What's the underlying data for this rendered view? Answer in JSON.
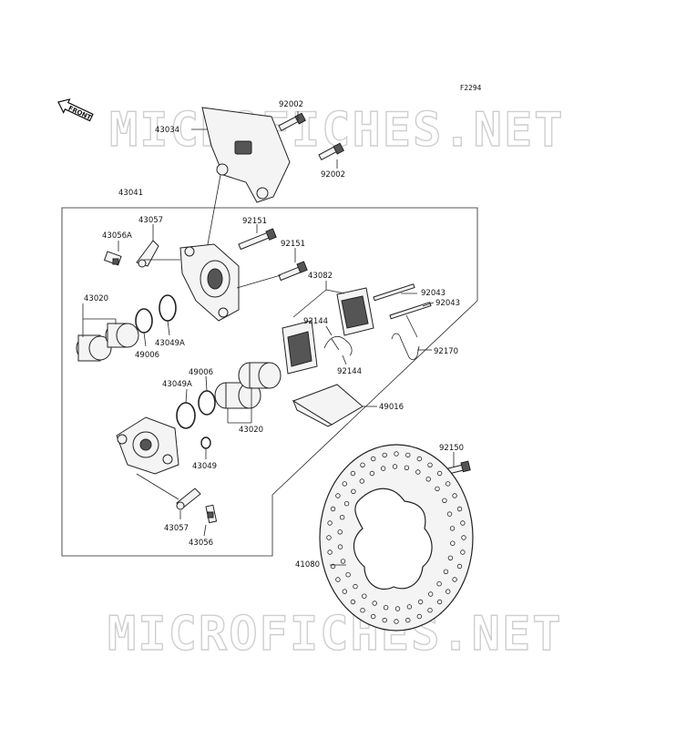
{
  "figure_ref": "F2294",
  "front_label": "FRONT",
  "watermark": "MICROFICHES.NET",
  "parts": {
    "p43034": "43034",
    "p92002a": "92002",
    "p92002b": "92002",
    "p43041": "43041",
    "p43057a": "43057",
    "p43056A": "43056A",
    "p92151a": "92151",
    "p92151b": "92151",
    "p43082": "43082",
    "p92043a": "92043",
    "p92043b": "92043",
    "p43020a": "43020",
    "p92144a": "92144",
    "p92144b": "92144",
    "p92170": "92170",
    "p49006a": "49006",
    "p43049Aa": "43049A",
    "p49006b": "49006",
    "p43049Ab": "43049A",
    "p49016": "49016",
    "p43020b": "43020",
    "p43049": "43049",
    "p92150": "92150",
    "p41080": "41080",
    "p43057b": "43057",
    "p43056": "43056"
  }
}
